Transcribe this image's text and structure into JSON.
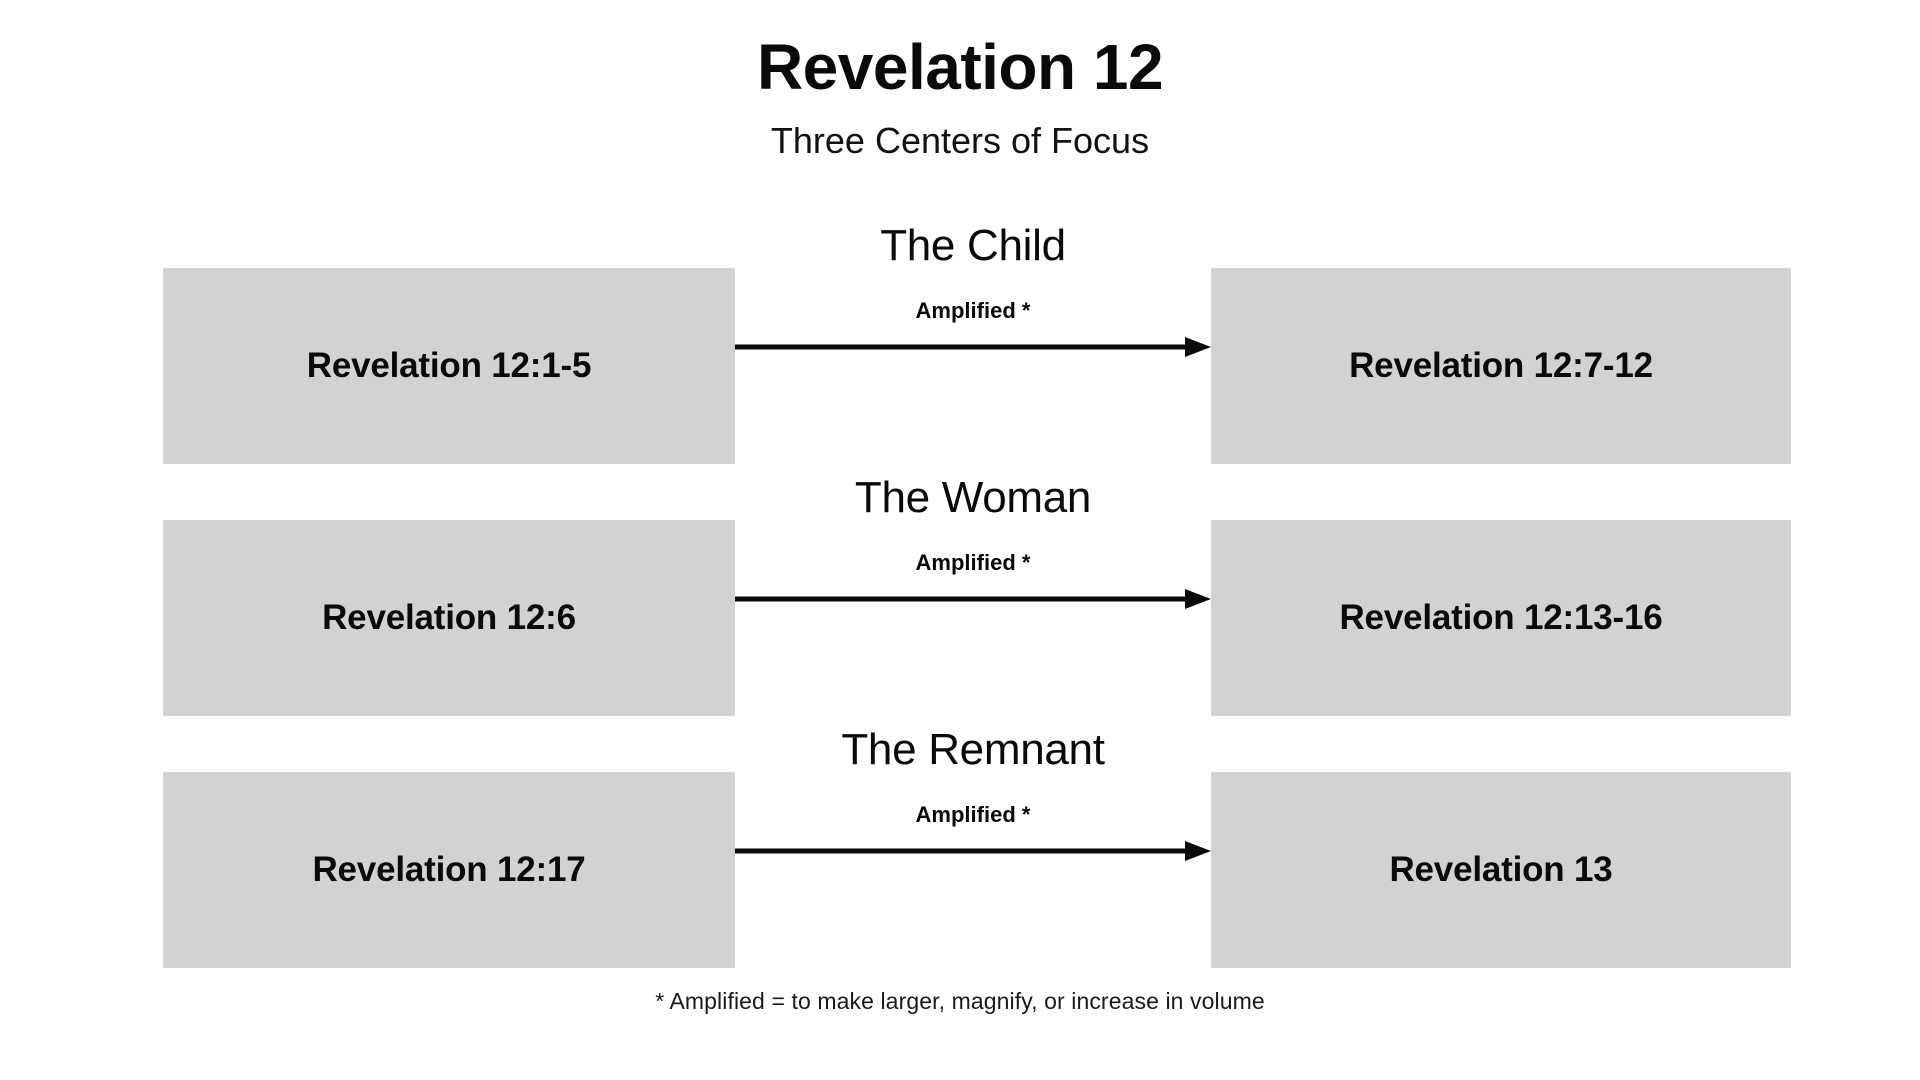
{
  "header": {
    "title": "Revelation 12",
    "subtitle": "Three Centers of Focus"
  },
  "diagram": {
    "type": "flow-rows",
    "arrow_label_shared": "Amplified *",
    "box_fill": "#d2d2d2",
    "text_color": "#0a0a0a",
    "background": "#ffffff",
    "rows": [
      {
        "left_box": "Revelation 12:1-5",
        "focus": "The Child",
        "arrow_label": "Amplified *",
        "arrow_direction": "right",
        "right_box": "Revelation 12:7-12"
      },
      {
        "left_box": "Revelation 12:6",
        "focus": "The Woman",
        "arrow_label": "Amplified *",
        "arrow_direction": "right",
        "right_box": "Revelation 12:13-16"
      },
      {
        "left_box": "Revelation 12:17",
        "focus": "The Remnant",
        "arrow_label": "Amplified *",
        "arrow_direction": "right",
        "right_box": "Revelation 13"
      }
    ]
  },
  "footnote": {
    "text": "* Amplified = to make larger, magnify, or increase in volume"
  }
}
